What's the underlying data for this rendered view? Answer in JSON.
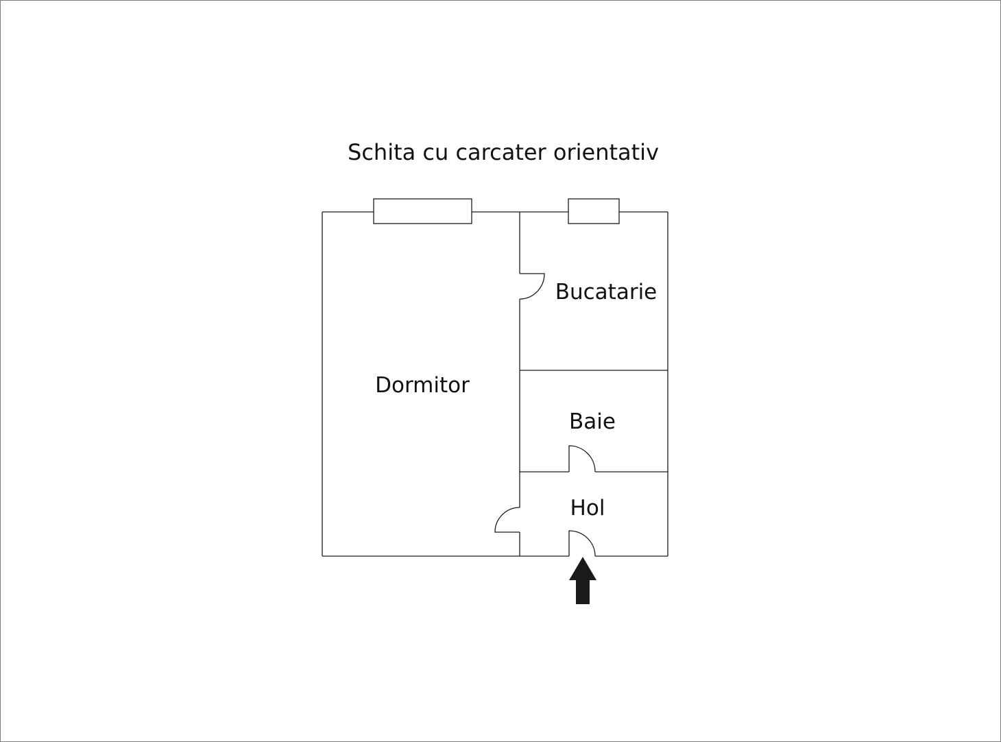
{
  "title": "Schita cu carcater orientativ",
  "rooms": {
    "dormitor": "Dormitor",
    "bucatarie": "Bucatarie",
    "baie": "Baie",
    "hol": "Hol"
  },
  "colors": {
    "line": "#1a1a1a",
    "arrow": "#1a1a1a",
    "border": "#7a7a7a",
    "background": "#ffffff"
  },
  "icons": {
    "entrance": "entrance-arrow-icon"
  }
}
